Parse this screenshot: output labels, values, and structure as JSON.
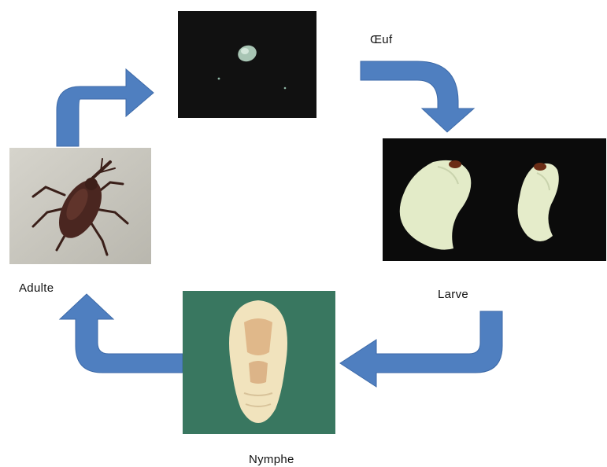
{
  "diagram": {
    "stages": {
      "egg": {
        "label": "Œuf",
        "icon": "egg-photo-icon"
      },
      "larva": {
        "label": "Larve",
        "icon": "larva-photo-icon"
      },
      "pupa": {
        "label": "Nymphe",
        "icon": "pupa-photo-icon"
      },
      "adult": {
        "label": "Adulte",
        "icon": "weevil-photo-icon"
      }
    },
    "colors": {
      "arrow": "#4f7fc0",
      "arrow_edge": "#3d6aa8",
      "egg_bg": "#111111",
      "larva_bg": "#0b0b0b",
      "pupa_bg": "#3f7f66",
      "adult_bg": "#c9c7bf"
    }
  }
}
